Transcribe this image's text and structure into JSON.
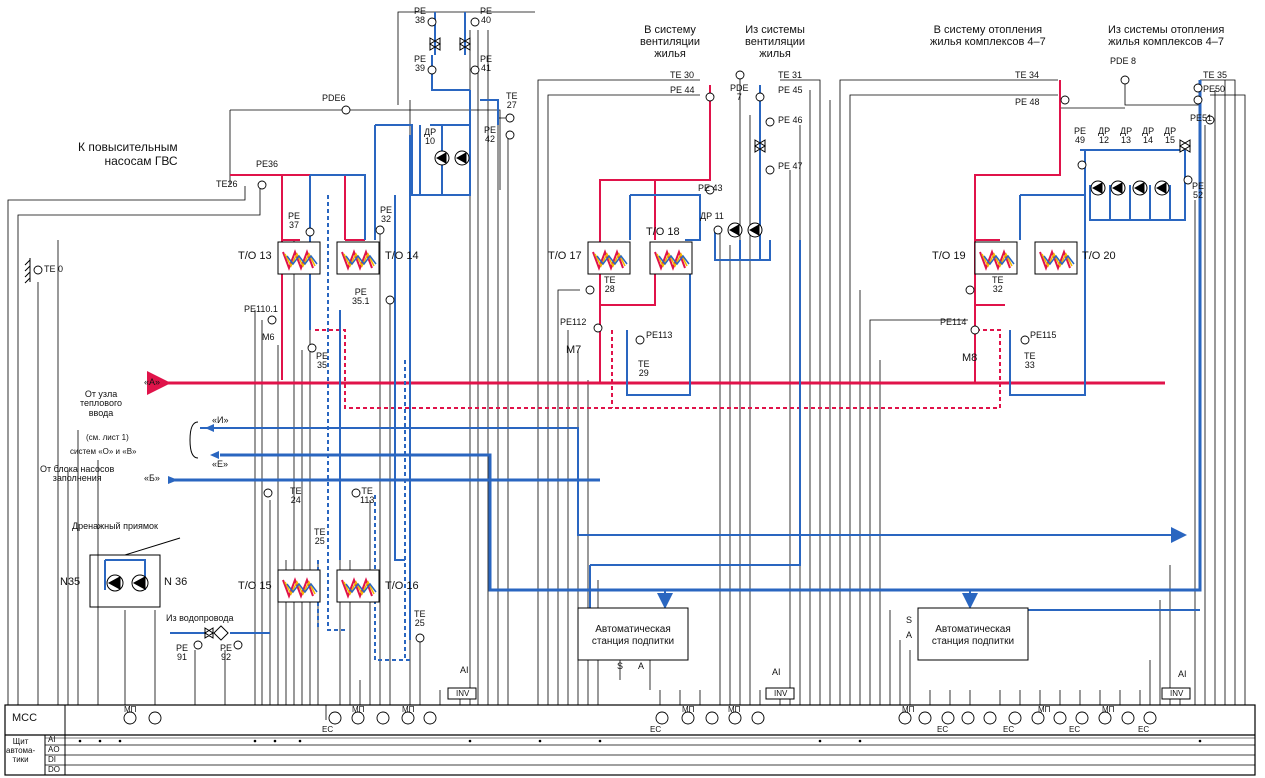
{
  "colors": {
    "supply": "#e0134a",
    "return": "#2a66c0",
    "wire": "#000000"
  },
  "titles": {
    "boosters": "К повысительным\nнасосам ГВС",
    "vent_to": "В систему\nвентиляции\nжилья",
    "vent_from": "Из системы\nвентиляции\nжилья",
    "heat_to": "В систему отопления\nжилья комплексов 4–7",
    "heat_from": "Из системы отопления\nжилья комплексов 4–7",
    "drain_pit": "Дренажный приямок",
    "water_supply": "Из водопровода",
    "from_node": "От узла\nтеплового\nввода",
    "see_sheet": "(см. лист 1)",
    "systems": "систем «О» и «В»",
    "from_pumps": "От блока насосов\nзаполнения"
  },
  "pipe_tags": {
    "A": "«А»",
    "I": "«И»",
    "E": "«Е»",
    "B": "«Б»"
  },
  "exchangers": {
    "to13": "Т/О 13",
    "to14": "Т/О 14",
    "to15": "Т/О 15",
    "to16": "Т/О 16",
    "to17": "Т/О 17",
    "to18": "Т/О 18",
    "to19": "Т/О 19",
    "to20": "Т/О 20"
  },
  "stations": {
    "left": "Автоматическая\nстанция подпитки",
    "right": "Автоматическая\nстанция подпитки"
  },
  "instruments": {
    "pe38": "РЕ\n38",
    "pe40": "РЕ\n40",
    "pe39": "РЕ\n39",
    "pe41": "РЕ\n41",
    "pde6": "РDЕ6",
    "te27": "ТЕ\n27",
    "pe42": "РЕ\n42",
    "dr10": "ДР\n10",
    "pe36": "РЕ36",
    "te26": "ТЕ26",
    "pe37": "РЕ\n37",
    "pe32a": "РЕ\n32",
    "pe110": "РЕ110.1",
    "pe351": "РЕ\n35.1",
    "m6": "М6",
    "pe35": "РЕ\n35",
    "te24": "ТЕ\n24",
    "te113": "ТЕ\n113",
    "te25a": "ТЕ\n25",
    "te25b": "ТЕ\n25",
    "pe91": "РЕ\n91",
    "pe92": "РЕ\n92",
    "n35": "N35",
    "n36": "N 36",
    "te0": "ТЕ 0",
    "te30": "ТЕ 30",
    "pe44": "РЕ 44",
    "pde7": "РDЕ\n7",
    "te31": "ТЕ 31",
    "pe45": "РЕ 45",
    "pe46": "РЕ 46",
    "pe47": "РЕ 47",
    "pe43": "РЕ 43",
    "dr11": "ДР 11",
    "te28": "ТЕ\n28",
    "pe112": "РЕ112",
    "m7": "М7",
    "pe113": "РЕ113",
    "te29": "ТЕ\n29",
    "te34": "ТЕ 34",
    "pe48": "РЕ 48",
    "pde8": "РDЕ 8",
    "te35": "ТЕ 35",
    "pe50": "РЕ50",
    "pe51": "РЕ51",
    "pe49": "РЕ\n49",
    "dr12": "ДР\n12",
    "dr13": "ДР\n13",
    "dr14": "ДР\n14",
    "dr15": "ДР\n15",
    "pe52": "РЕ\n52",
    "te32": "ТЕ\n32",
    "pe114": "РЕ114",
    "m8": "М8",
    "pe115": "РЕ115",
    "te33": "ТЕ\n33"
  },
  "panel": {
    "mcc": "МСС",
    "shield": "Щит\nавтома-\nтики",
    "rows": [
      "AI",
      "AO",
      "DI",
      "DO"
    ],
    "mp": "МП",
    "ec": "ЕС",
    "inv": "INV",
    "ai": "AI",
    "s": "S",
    "a": "A"
  }
}
